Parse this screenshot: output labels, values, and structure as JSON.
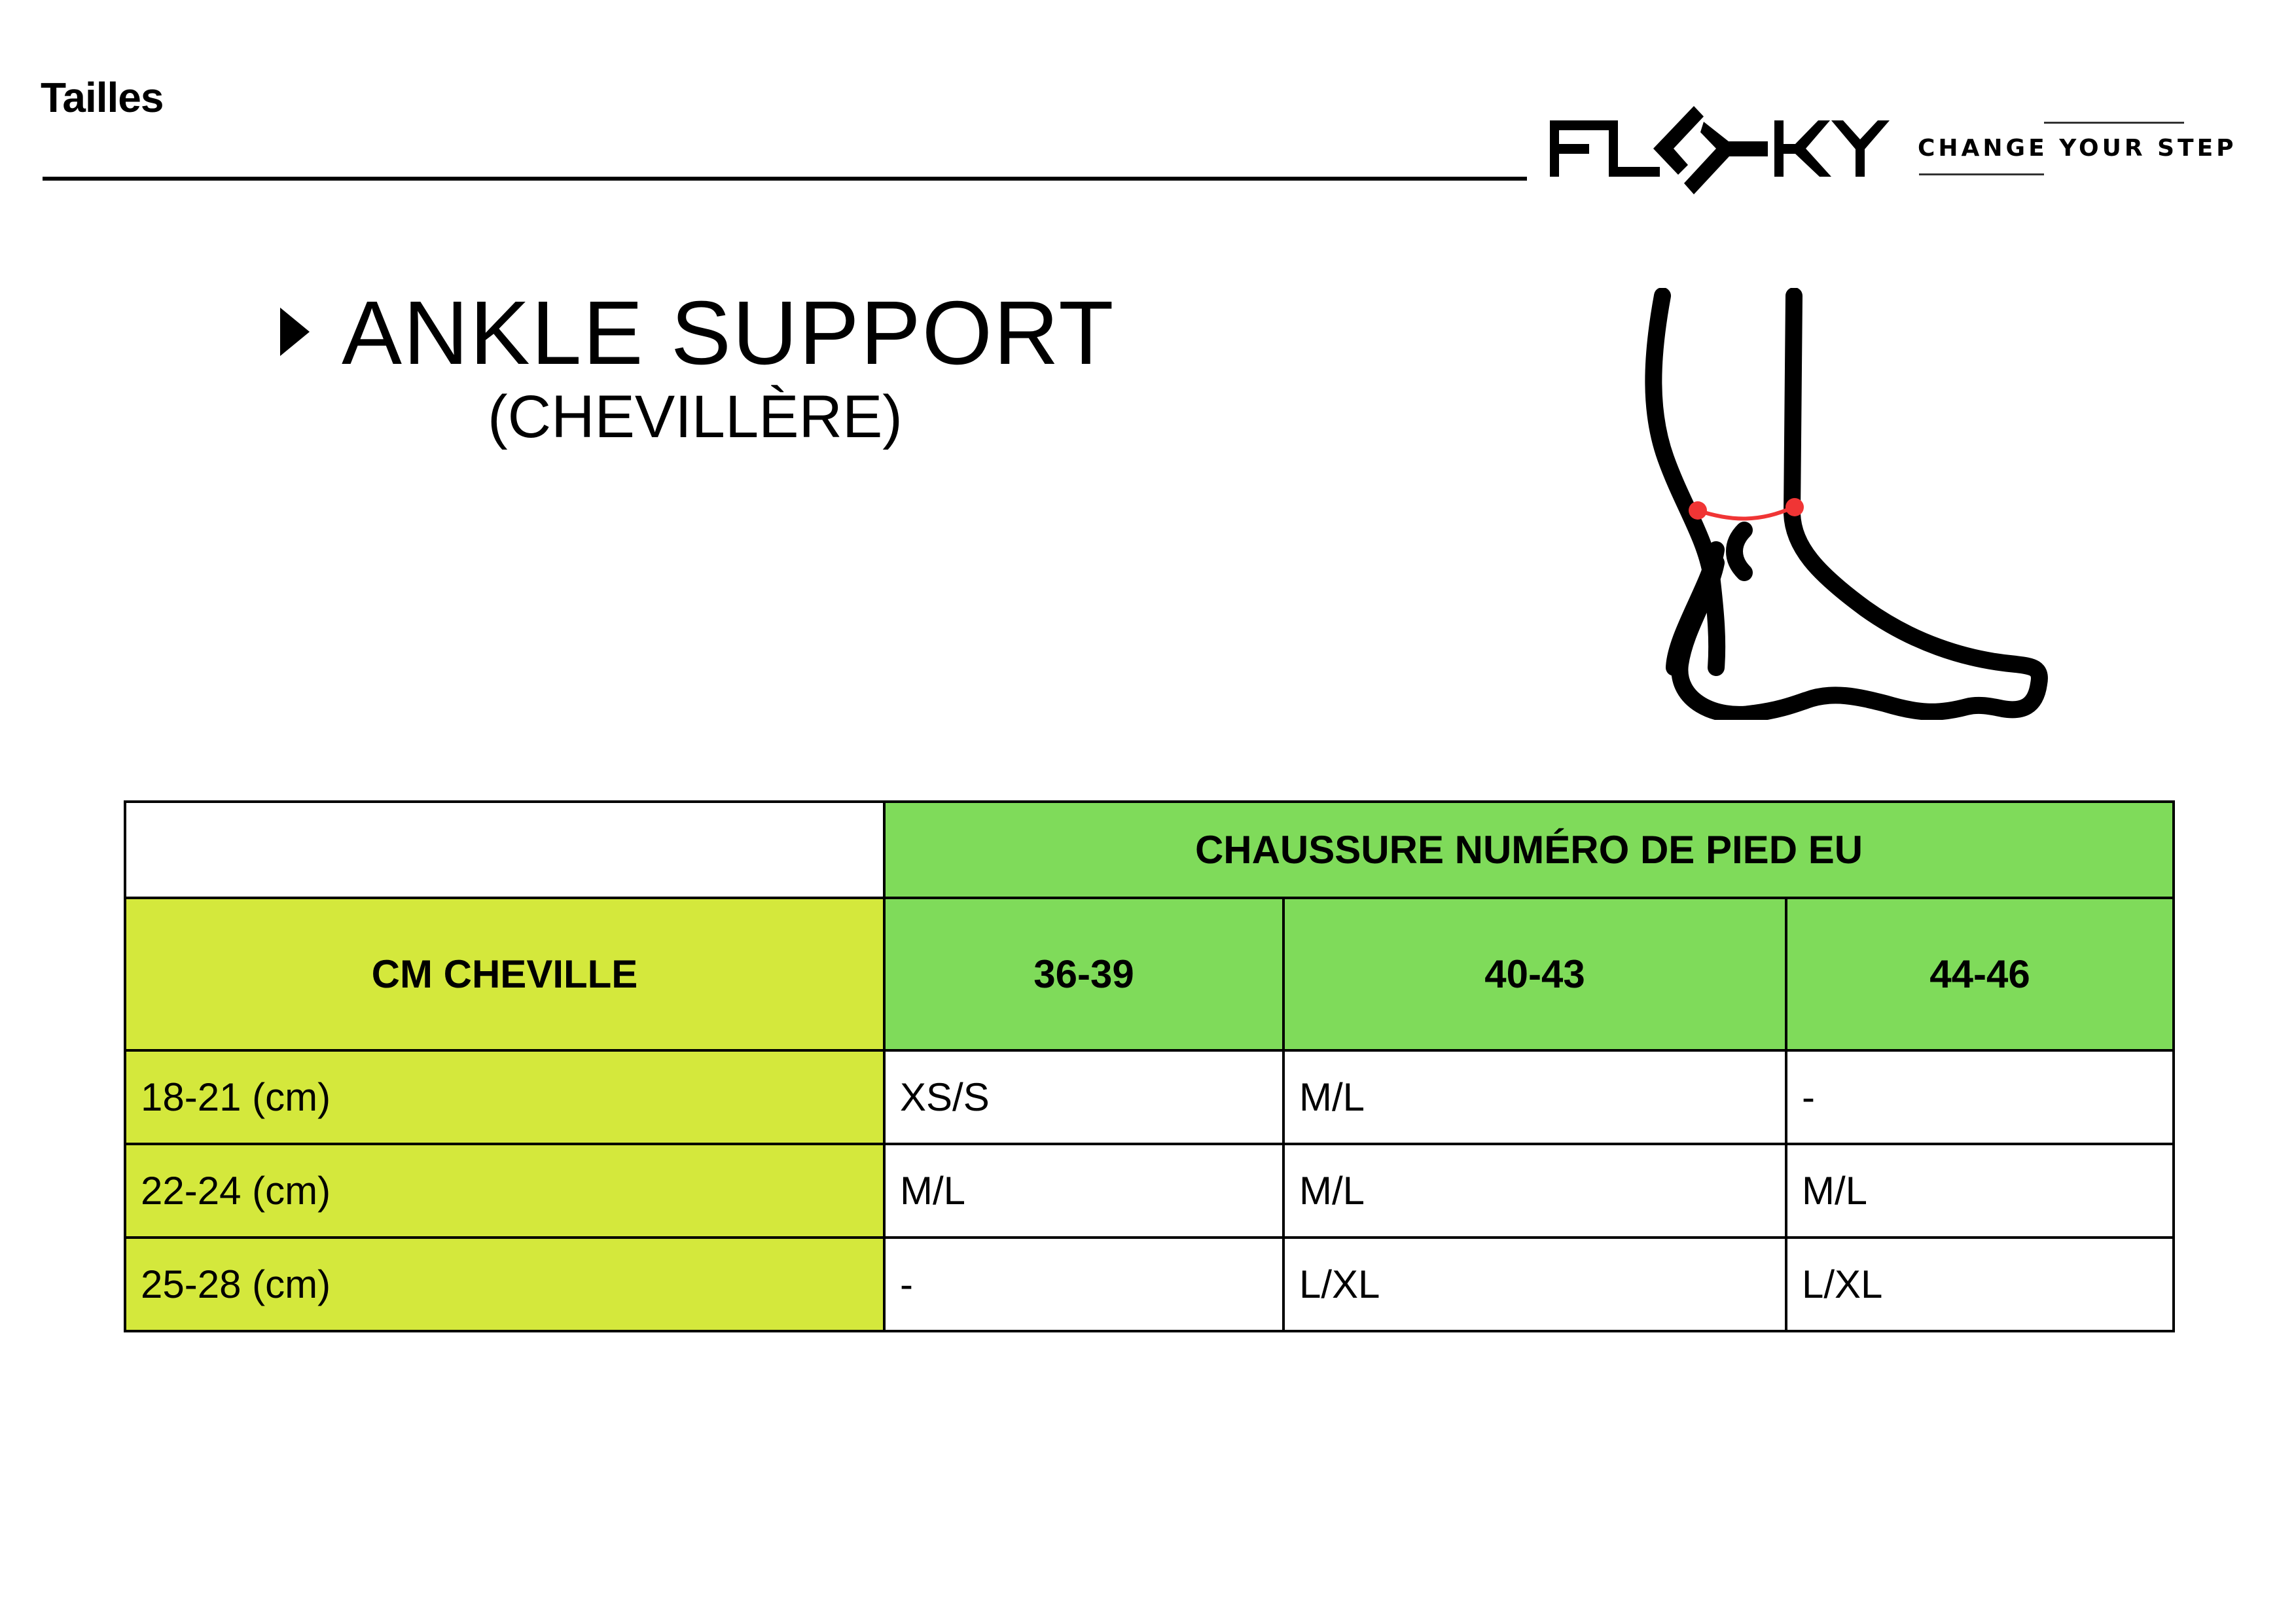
{
  "header": {
    "title": "Tailles",
    "brand": "FLOKY",
    "tagline": "CHANGE YOUR STEP"
  },
  "product": {
    "name": "ANKLE SUPPORT",
    "subtitle": "(CHEVILLÈRE)",
    "illustration": "foot-ankle-measure-icon"
  },
  "colors": {
    "lime": "#D4E83C",
    "green": "#7FDB5A",
    "measure_red": "#F03535"
  },
  "table": {
    "group_header": "CHAUSSURE NUMÉRO DE PIED EU",
    "row_header": "CM CHEVILLE",
    "columns": [
      "36-39",
      "40-43",
      "44-46"
    ],
    "rows": [
      {
        "label": "18-21 (cm)",
        "cells": [
          "XS/S",
          "M/L",
          "-"
        ]
      },
      {
        "label": "22-24 (cm)",
        "cells": [
          "M/L",
          "M/L",
          "M/L"
        ]
      },
      {
        "label": "25-28 (cm)",
        "cells": [
          "-",
          "L/XL",
          "L/XL"
        ]
      }
    ]
  }
}
